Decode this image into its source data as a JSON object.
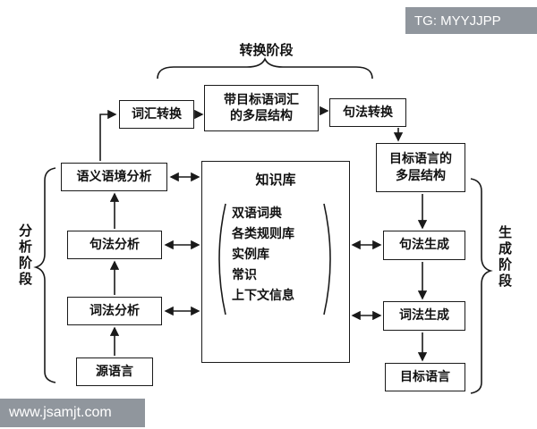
{
  "watermarks": {
    "top_right": "TG: MYYJJPP",
    "bottom_left": "www.jsamjt.com"
  },
  "stage_labels": {
    "transfer": "转换阶段",
    "analysis": "分析阶段",
    "generation": "生成阶段"
  },
  "nodes": {
    "lexical_transfer": "词汇转换",
    "target_lexical_multilayer": "带目标语词汇\n的多层结构",
    "syntactic_transfer": "句法转换",
    "semantic_context_analysis": "语义语境分析",
    "syntactic_analysis": "句法分析",
    "lexical_analysis": "词法分析",
    "source_language": "源语言",
    "target_multilayer": "目标语言的\n多层结构",
    "syntactic_generation": "句法生成",
    "lexical_generation": "词法生成",
    "target_language": "目标语言",
    "knowledge_base": {
      "title": "知识库",
      "items": [
        "双语词典",
        "各类规则库",
        "实例库",
        "常识",
        "上下文信息"
      ]
    }
  }
}
